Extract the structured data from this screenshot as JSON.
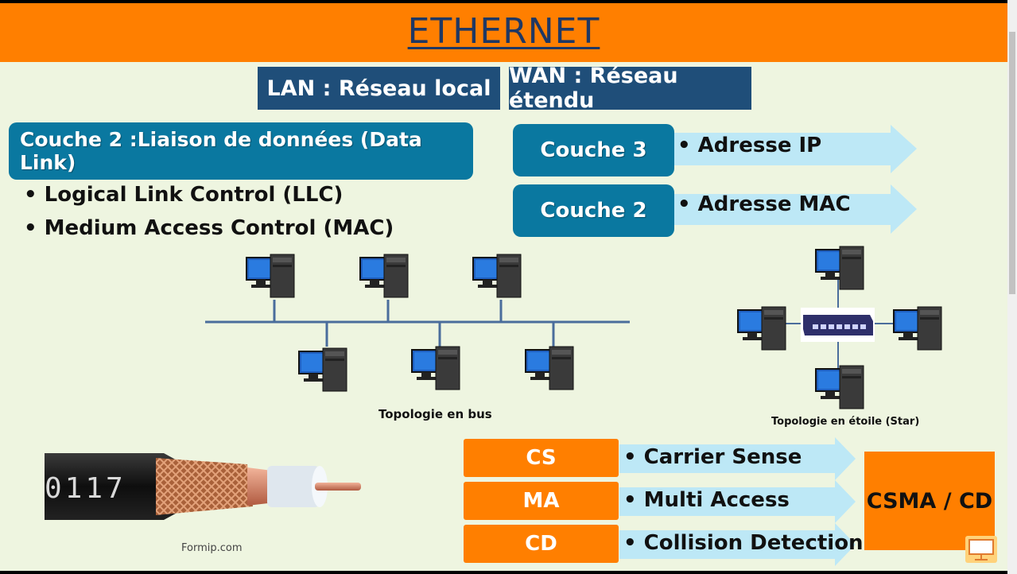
{
  "title": "ETHERNET",
  "network_types": {
    "lan": "LAN : Réseau local",
    "wan": "WAN : Réseau étendu"
  },
  "data_link": {
    "heading": "Couche 2 :Liaison de données  (Data Link)",
    "sublayers": [
      "Logical Link Control (LLC)",
      "Medium Access Control (MAC)"
    ]
  },
  "layers": [
    {
      "label": "Couche 3",
      "address": "Adresse IP"
    },
    {
      "label": "Couche 2",
      "address": "Adresse MAC"
    }
  ],
  "topologies": {
    "bus_caption": "Topologie en bus",
    "star_caption": "Topologie en étoile (Star)"
  },
  "cable": {
    "marking": "0117",
    "credit": "Formip.com"
  },
  "csma": {
    "items": [
      {
        "abbr": "CS",
        "meaning": "Carrier Sense"
      },
      {
        "abbr": "MA",
        "meaning": "Multi Access"
      },
      {
        "abbr": "CD",
        "meaning": "Collision Detection"
      }
    ],
    "result": "CSMA / CD"
  },
  "colors": {
    "orange": "#ff7f00",
    "navy": "#1f4e79",
    "teal": "#0a78a0",
    "light_blue_arrow": "#bde8f6",
    "background": "#eef5e0"
  },
  "icons": [
    "computer-icon",
    "network-switch-icon",
    "coaxial-cable-image",
    "presentation-logo-icon"
  ]
}
